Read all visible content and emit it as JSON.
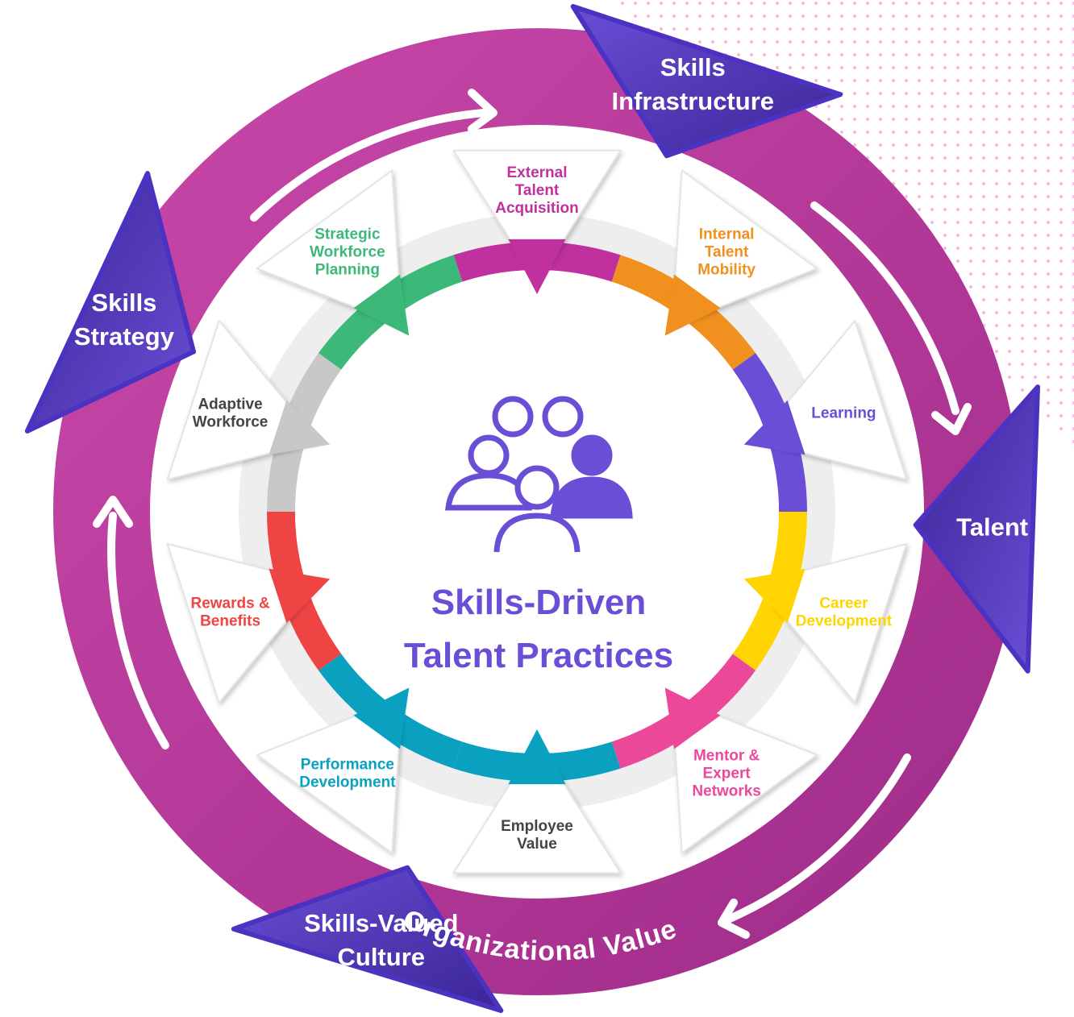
{
  "center": {
    "title_line1": "Skills-Driven",
    "title_line2": "Talent Practices",
    "icon": "people-group-icon"
  },
  "ring_label": "Organizational Value",
  "pillars": [
    {
      "id": "skills-infrastructure",
      "line1": "Skills",
      "line2": "Infrastructure",
      "color": "#5b3fc8"
    },
    {
      "id": "talent",
      "line1": "Talent",
      "line2": "",
      "color": "#4b2fb8"
    },
    {
      "id": "skills-valued-culture",
      "line1": "Skills-Valued",
      "line2": "Culture",
      "color": "#5b3fc8"
    },
    {
      "id": "skills-strategy",
      "line1": "Skills",
      "line2": "Strategy",
      "color": "#5b3fc8"
    }
  ],
  "practices": [
    {
      "id": "external-talent-acquisition",
      "lines": [
        "External",
        "Talent",
        "Acquisition"
      ],
      "color": "#c0309e"
    },
    {
      "id": "internal-talent-mobility",
      "lines": [
        "Internal",
        "Talent",
        "Mobility"
      ],
      "color": "#f0901e"
    },
    {
      "id": "learning",
      "lines": [
        "Learning"
      ],
      "color": "#6a4fd6"
    },
    {
      "id": "career-development",
      "lines": [
        "Career",
        "Development"
      ],
      "color": "#ffd400"
    },
    {
      "id": "mentor-expert-networks",
      "lines": [
        "Mentor &",
        "Expert",
        "Networks"
      ],
      "color": "#ec4899"
    },
    {
      "id": "employee-value",
      "lines": [
        "Employee",
        "Value"
      ],
      "color": "#444444"
    },
    {
      "id": "performance-development",
      "lines": [
        "Performance",
        "Development"
      ],
      "color": "#0aa0c0"
    },
    {
      "id": "rewards-benefits",
      "lines": [
        "Rewards &",
        "Benefits"
      ],
      "color": "#ef4444"
    },
    {
      "id": "adaptive-workforce",
      "lines": [
        "Adaptive",
        "Workforce"
      ],
      "color": "#444444"
    },
    {
      "id": "strategic-workforce-planning",
      "lines": [
        "Strategic",
        "Workforce",
        "Planning"
      ],
      "color": "#3cb878"
    }
  ],
  "colors": {
    "ring_magenta": "#b8399f",
    "pillar_purple": "#5b3fc8",
    "center_purple": "#6a4fd6",
    "gray_ring": "#eeeeee",
    "dot_pink": "#f0a0d0"
  }
}
